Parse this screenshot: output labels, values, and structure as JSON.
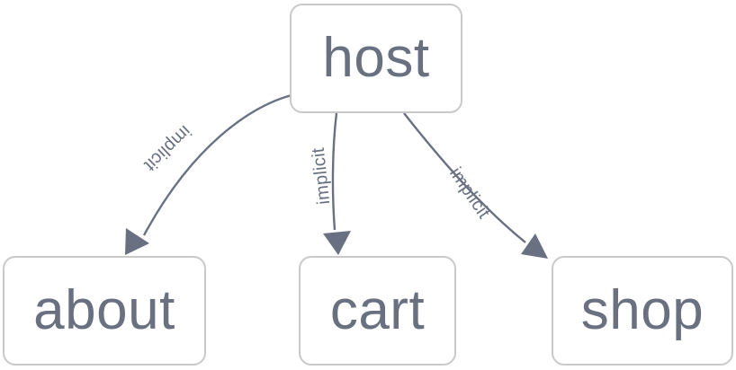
{
  "diagram": {
    "type": "directed-graph",
    "background_color": "#ffffff",
    "node_border_color": "#c9c9c9",
    "node_fill_color": "#ffffff",
    "node_text_color": "#697080",
    "edge_color": "#687082",
    "nodes": [
      {
        "id": "host",
        "label": "host"
      },
      {
        "id": "about",
        "label": "about"
      },
      {
        "id": "cart",
        "label": "cart"
      },
      {
        "id": "shop",
        "label": "shop"
      }
    ],
    "edges": [
      {
        "from": "host",
        "to": "about",
        "label": "implicit",
        "arrow": "filled-triangle"
      },
      {
        "from": "host",
        "to": "cart",
        "label": "implicit",
        "arrow": "filled-triangle"
      },
      {
        "from": "host",
        "to": "shop",
        "label": "implicit",
        "arrow": "filled-triangle"
      }
    ]
  }
}
